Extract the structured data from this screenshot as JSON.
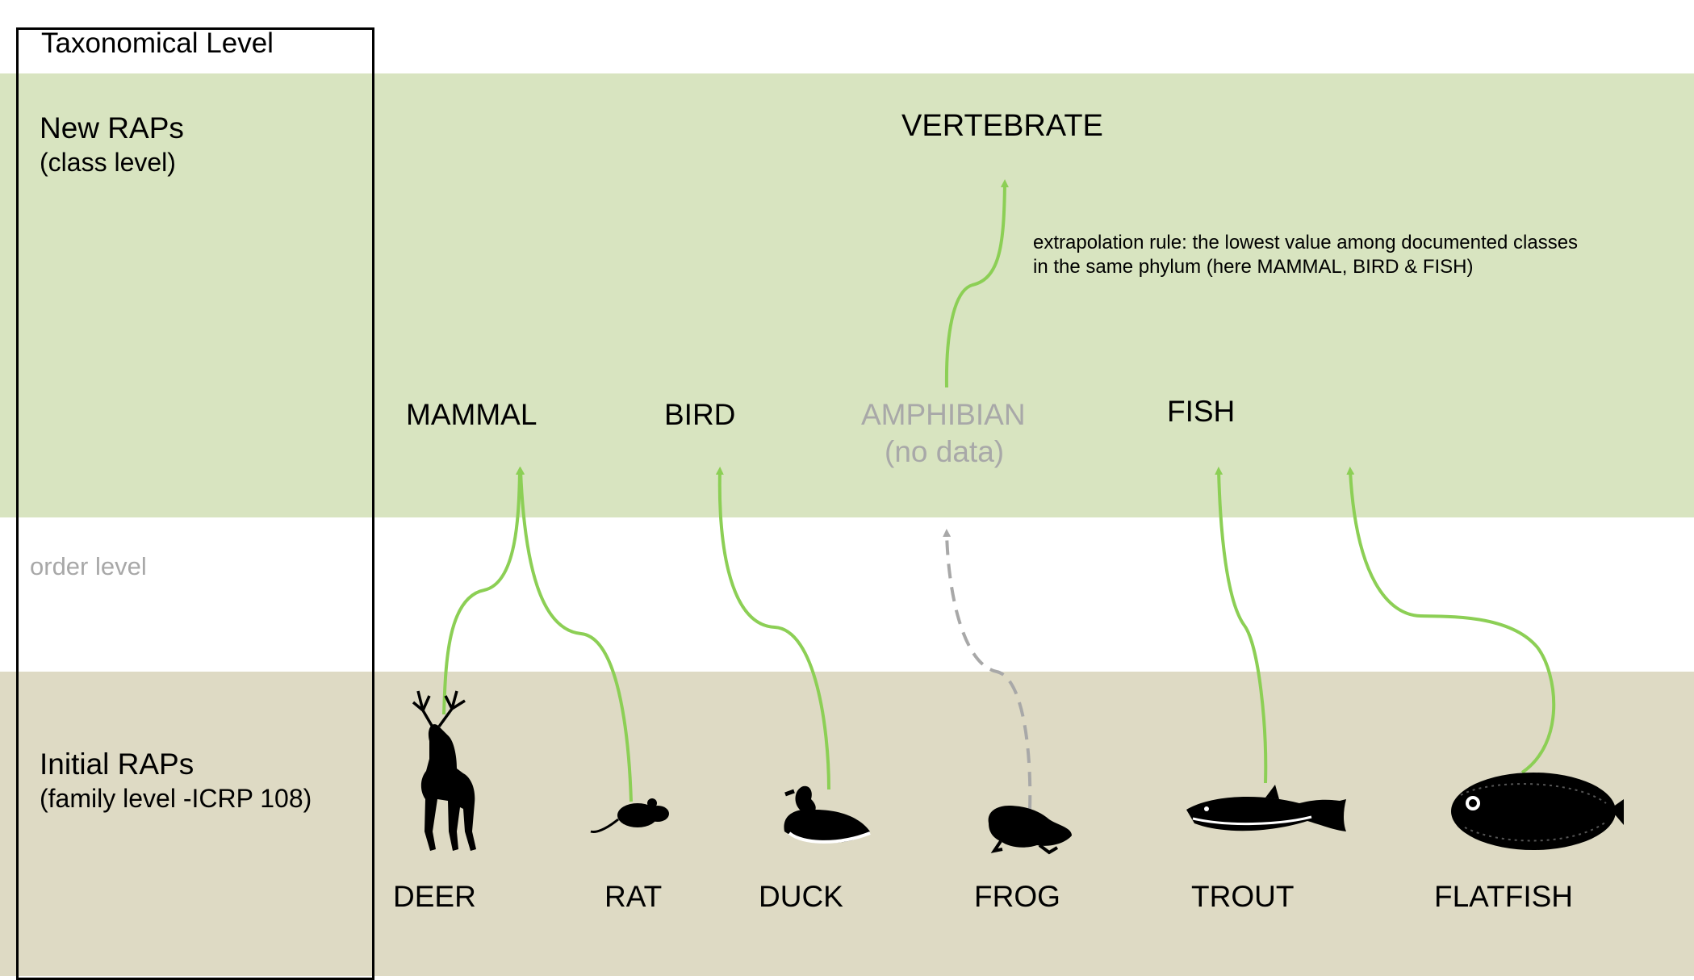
{
  "levels": {
    "header": "Taxonomical Level",
    "new_raps": "New RAPs",
    "new_raps_sub": "(class level)",
    "order": "order level",
    "initial_raps": "Initial RAPs",
    "initial_raps_sub": "(family level -ICRP 108)"
  },
  "phylum": "VERTEBRATE",
  "note_line1": "extrapolation rule: the lowest value among documented classes",
  "note_line2": "in the same phylum (here MAMMAL, BIRD & FISH)",
  "classes": {
    "mammal": "MAMMAL",
    "bird": "BIRD",
    "amphibian": "AMPHIBIAN",
    "amphibian_note": "(no data)",
    "fish": "FISH"
  },
  "species": {
    "deer": "DEER",
    "rat": "RAT",
    "duck": "DUCK",
    "frog": "FROG",
    "trout": "TROUT",
    "flatfish": "FLATFISH"
  },
  "colors": {
    "green_band": "#d8e4c0",
    "tan_band": "#dedac4",
    "arrow_green": "#8ccf55",
    "arrow_gray": "#a8a8a8",
    "muted_text": "#a8a8a8"
  },
  "icons": [
    "deer-icon",
    "rat-icon",
    "duck-icon",
    "frog-icon",
    "trout-icon",
    "flatfish-icon"
  ]
}
